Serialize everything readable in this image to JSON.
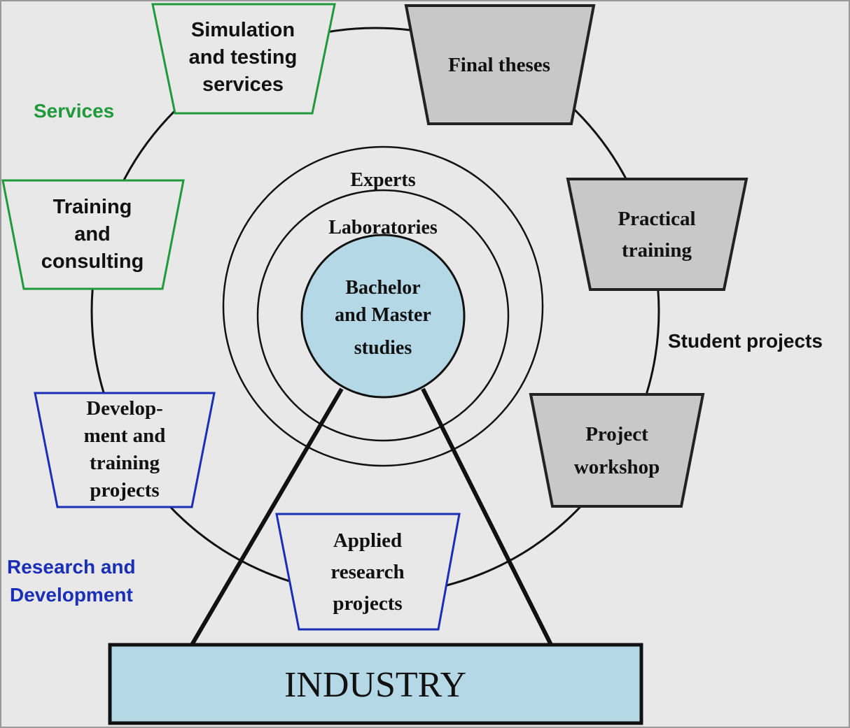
{
  "colors": {
    "background": "#e8e8e8",
    "services_green": "#1f9a3a",
    "research_blue": "#1a2fb5",
    "student_gray": "#c8c8c8",
    "center_blue": "#b4d8e6",
    "industry_blue": "#b4d8e6",
    "line_black": "#111111"
  },
  "categories": {
    "services": "Services",
    "research": [
      "Research and",
      "Development"
    ],
    "student": "Student projects"
  },
  "rings": {
    "outer": "Experts",
    "inner": "Laboratories"
  },
  "center": [
    "Bachelor",
    "and Master",
    "studies"
  ],
  "boxes": {
    "simulation": [
      "Simulation",
      "and testing",
      "services"
    ],
    "training_consulting": [
      "Training",
      "and",
      "consulting"
    ],
    "development": [
      "Develop-",
      "ment and",
      "training",
      "projects"
    ],
    "applied": [
      "Applied",
      "research",
      "projects"
    ],
    "final_theses": [
      "Final theses"
    ],
    "practical": [
      "Practical",
      "training"
    ],
    "workshop": [
      "Project",
      "workshop"
    ]
  },
  "industry": "INDUSTRY"
}
